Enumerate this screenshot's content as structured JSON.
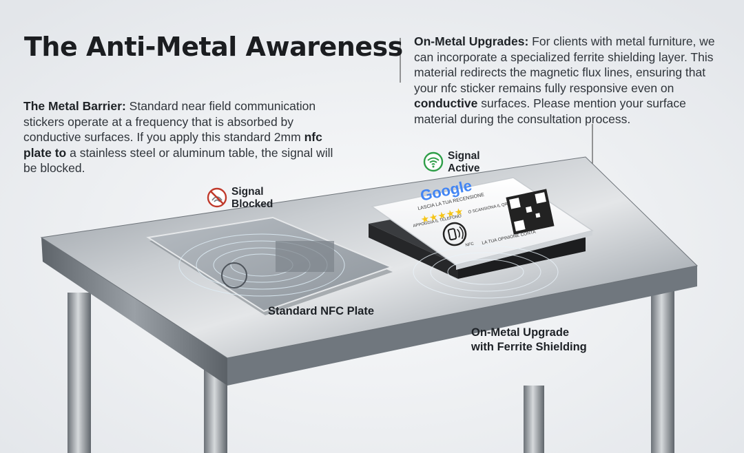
{
  "title": "The Anti-Metal Awareness",
  "left_paragraph": {
    "lead": "The Metal Barrier:",
    "text_1": " Standard near field communication stickers operate at a frequency that is absorbed by conductive surfaces. If you apply this standard 2mm ",
    "bold_1": "nfc plate to",
    "text_2": " a stainless steel or aluminum table, the signal will be blocked."
  },
  "right_paragraph": {
    "lead": "On-Metal Upgrades:",
    "text_1": " For clients with metal furniture, we can incorporate a specialized ferrite shielding layer. This material redirects the magnetic flux lines, ensuring that your nfc sticker remains fully responsive even on ",
    "bold_1": "conductive",
    "text_2": " surfaces. Please mention your surface material during the consultation process."
  },
  "callouts": {
    "blocked_line1": "Signal",
    "blocked_line2": "Blocked",
    "active_line1": "Signal",
    "active_line2": "Active"
  },
  "labels": {
    "standard_plate": "Standard NFC Plate",
    "upgrade_line1": "On-Metal Upgrade",
    "upgrade_line2": "with Ferrite Shielding"
  },
  "plate_text": {
    "brand": "Google",
    "line1": "LASCIA LA TUA RECENSIONE",
    "line2": "APPOGGIA IL TELEFONO",
    "line3": "O SCANSIONA IL QR CODE",
    "line4": "LA TUA OPINIONE CONTA",
    "nfc_small": "NFC"
  },
  "colors": {
    "blocked_icon": "#c0392b",
    "active_icon": "#2e9e48",
    "google_blue": "#4285F4",
    "google_red": "#EA4335",
    "google_yellow": "#FBBC05",
    "google_green": "#34A853",
    "star": "#f5c518"
  },
  "icons": {
    "blocked": "no-signal-icon",
    "active": "wifi-icon",
    "plate": "nfc-phone-icon"
  }
}
